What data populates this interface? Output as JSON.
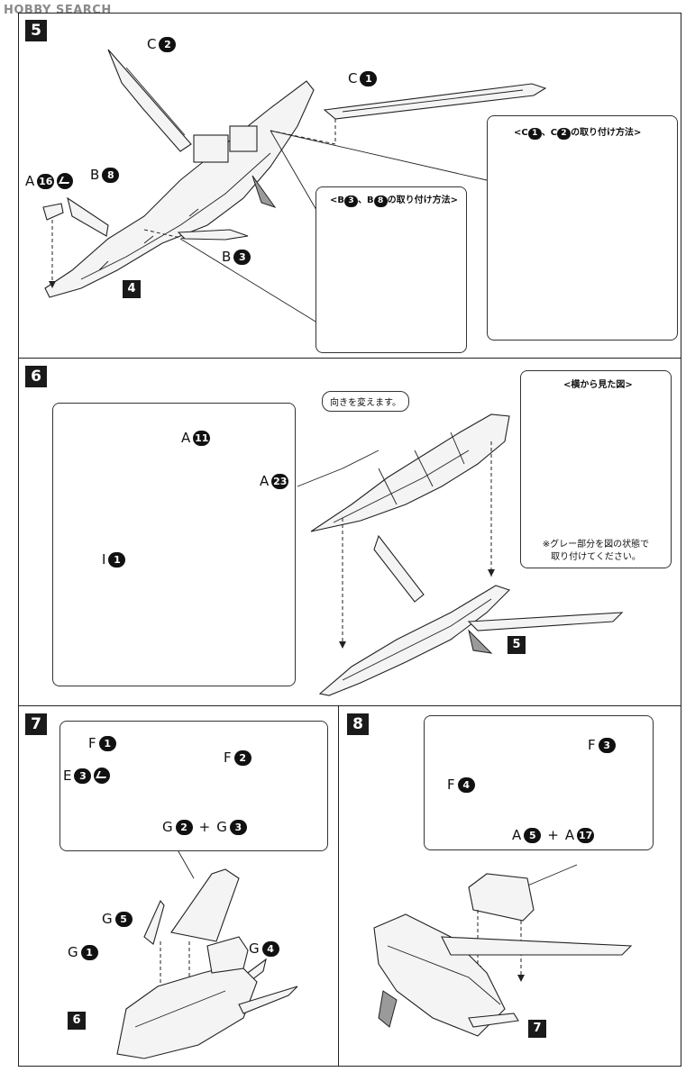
{
  "watermark": "HOBBY SEARCH",
  "steps": {
    "s5": {
      "number": "5",
      "sub_step": "4",
      "labels": [
        {
          "letter": "C",
          "num": "2"
        },
        {
          "letter": "C",
          "num": "1"
        },
        {
          "letter": "A",
          "num": "16",
          "sticker": true
        },
        {
          "letter": "B",
          "num": "8"
        },
        {
          "letter": "B",
          "num": "3"
        }
      ],
      "callout_b": {
        "prefix": "<B",
        "n1": "3",
        "sep": "、B",
        "n2": "8",
        "suffix": "の取り付け方法>"
      },
      "callout_c": {
        "prefix": "<C",
        "n1": "1",
        "sep": "、C",
        "n2": "2",
        "suffix": "の取り付け方法>"
      }
    },
    "s6": {
      "number": "6",
      "sub_step": "5",
      "labels": [
        {
          "letter": "A",
          "num": "11"
        },
        {
          "letter": "A",
          "num": "23"
        },
        {
          "letter": "I",
          "num": "1"
        }
      ],
      "bubble": "向きを変えます。",
      "side_view_title": "<横から見た図>",
      "note_line1": "※グレー部分を図の状態で",
      "note_line2": "取り付けてください。"
    },
    "s7": {
      "number": "7",
      "sub_step": "6",
      "labels": [
        {
          "letter": "F",
          "num": "1"
        },
        {
          "letter": "F",
          "num": "2"
        },
        {
          "letter": "E",
          "num": "3",
          "sticker": true
        },
        {
          "letter": "G",
          "num": "5"
        },
        {
          "letter": "G",
          "num": "1"
        },
        {
          "letter": "G",
          "num": "4"
        }
      ],
      "combo": {
        "a": "G",
        "an": "2",
        "plus": "+",
        "b": "G",
        "bn": "3"
      }
    },
    "s8": {
      "number": "8",
      "sub_step": "7",
      "labels": [
        {
          "letter": "F",
          "num": "3"
        },
        {
          "letter": "F",
          "num": "4"
        }
      ],
      "combo": {
        "a": "A",
        "an": "5",
        "plus": "+",
        "b": "A",
        "bn": "17"
      }
    }
  },
  "colors": {
    "ink": "#111111",
    "paper": "#ffffff",
    "grey_part": "#9a9a9a"
  }
}
